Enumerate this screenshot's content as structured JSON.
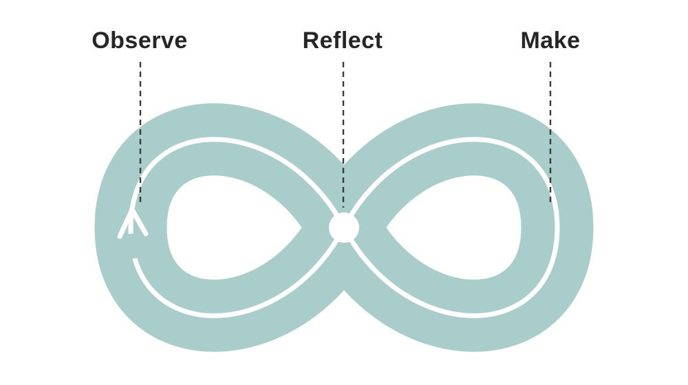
{
  "diagram": {
    "type": "infinity-loop-process",
    "labels": {
      "observe": "Observe",
      "reflect": "Reflect",
      "make": "Make"
    },
    "colors": {
      "loop_fill": "#a8cdcb",
      "flow_line": "#ffffff",
      "label_text": "#262626",
      "dashed_line": "#3b3b3b",
      "background": "#ffffff"
    },
    "icons": {
      "flow_arrow": "chevron-up-icon",
      "center_node": "circle-node"
    }
  }
}
